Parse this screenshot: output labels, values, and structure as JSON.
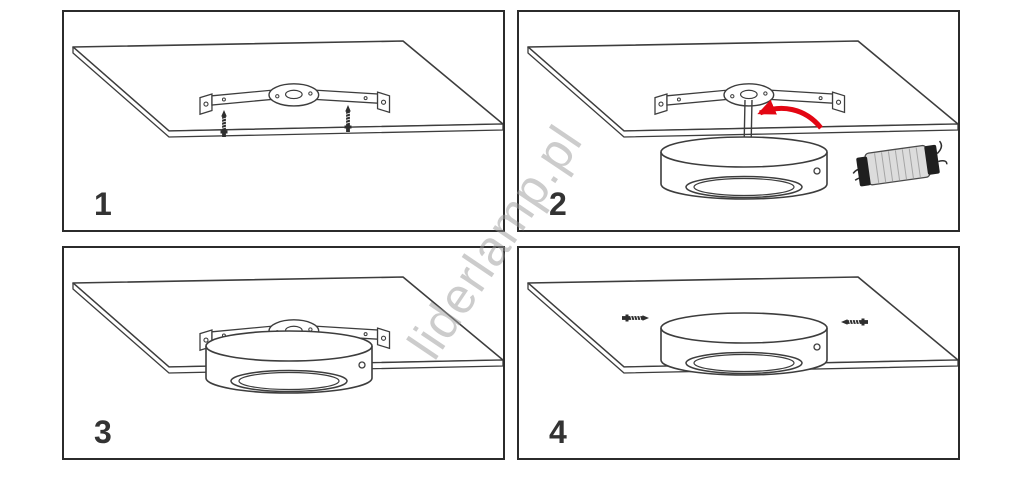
{
  "watermark": {
    "text": "liderlamp.pl"
  },
  "steps": [
    {
      "number": "1"
    },
    {
      "number": "2"
    },
    {
      "number": "3"
    },
    {
      "number": "4"
    }
  ],
  "colors": {
    "arrow": "#e30613",
    "line": "#3d3d3d",
    "watermark": "#9a9a9a"
  }
}
